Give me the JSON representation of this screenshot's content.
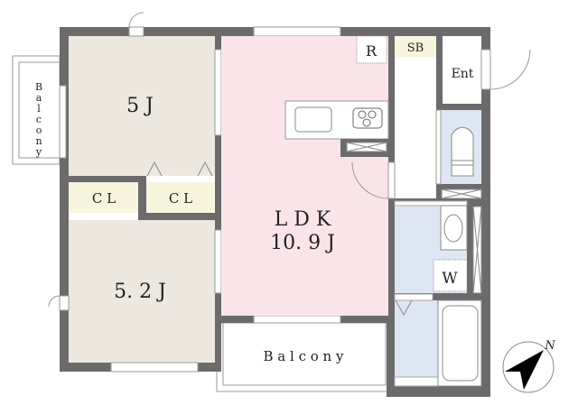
{
  "rooms": {
    "bedroom1": {
      "label": "5 J"
    },
    "closet1": {
      "label": "C L"
    },
    "closet2": {
      "label": "C L"
    },
    "bedroom2": {
      "label": "5. 2 J"
    },
    "ldk": {
      "label": "L D K",
      "size": "10. 9 J"
    },
    "refrigerator": {
      "label": "R"
    },
    "shoe_box": {
      "label": "SB"
    },
    "entrance": {
      "label": "Ent"
    },
    "washer": {
      "label": "W"
    },
    "balcony_side": {
      "label": "Balcony"
    },
    "balcony_bottom": {
      "label": "B a l c o n y"
    }
  },
  "compass": {
    "label": "N"
  },
  "colors": {
    "wall": "#6b6b6b",
    "bedroom": "#ece8df",
    "ldk": "#fbe4e9",
    "closet": "#f7f5dc",
    "wet": "#dfe6f3",
    "shoe_box": "#f7f5dc"
  }
}
